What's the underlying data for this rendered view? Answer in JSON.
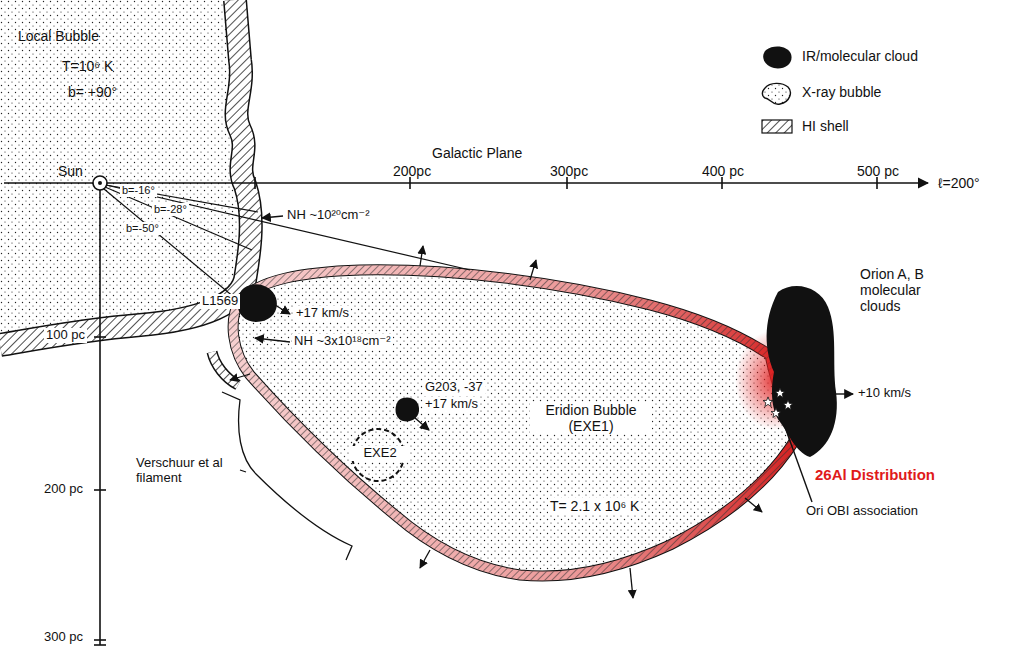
{
  "diagram": {
    "nodes": [
      {
        "text": [
          "Local Bubble",
          "T=10⁶ K",
          "b= +90°"
        ]
      },
      {
        "text": [
          "L1569"
        ]
      },
      {
        "text": [
          "Eridion Bubble (EXE1)",
          "T= 2.1 x 10⁶ K"
        ]
      },
      {
        "text": [
          "EXE2"
        ],
        "in": 2
      },
      {
        "text": [
          "G203, -37",
          "+17 km/s"
        ],
        "in": 2
      },
      {
        "text": [
          "Orion A, B molecular clouds"
        ]
      }
    ],
    "labels": [
      "Sun",
      "Galactic Plane",
      "200pc",
      "300pc",
      "400 pc",
      "500 pc",
      "ℓ=200°",
      "b=-16°",
      "b=-28°",
      "b=-50°",
      "NH ~10²⁰cm⁻²",
      "+17 km/s",
      "NH ~3x10¹⁸cm⁻²",
      "100 pc",
      "Verschuur et al filament",
      "200 pc",
      "+10 km/s",
      "26Al Distribution",
      "Ori OBI association",
      "300 pc"
    ],
    "legend": [
      {
        "text": "IR/molecular cloud"
      },
      {
        "text": "X-ray bubble"
      },
      {
        "text": "HI shell"
      }
    ]
  }
}
